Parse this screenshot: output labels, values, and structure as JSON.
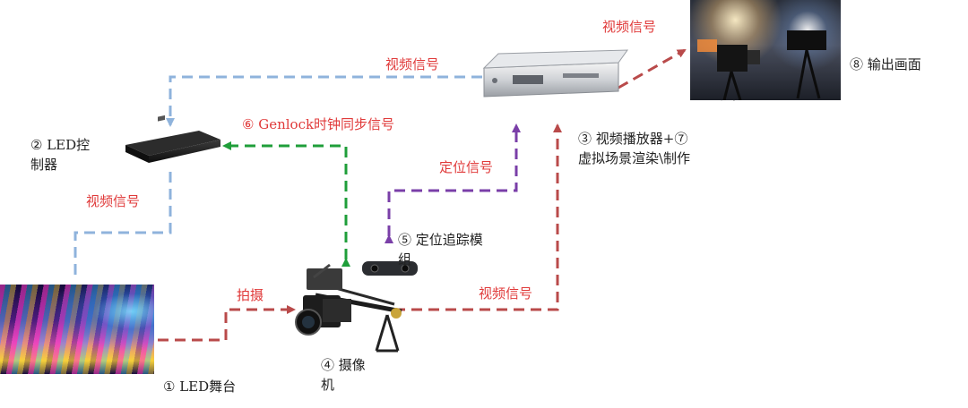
{
  "nodes": {
    "led_stage": "① LED舞台",
    "led_controller_line1": "② LED控",
    "led_controller_line2": "制器",
    "video_player_line1": "③ 视频播放器+⑦",
    "video_player_line2": "虚拟场景渲染\\制作",
    "camera_line1": "④ 摄像",
    "camera_line2": "机",
    "tracking_line1": "⑤ 定位追踪模",
    "tracking_line2": "组",
    "output": "⑧ 输出画面"
  },
  "signals": {
    "video_to_output": "视频信号",
    "video_to_controller": "视频信号",
    "genlock": "⑥ Genlock时钟同步信号",
    "positioning": "定位信号",
    "controller_video": "视频信号",
    "shooting": "拍摄",
    "camera_video": "视频信号"
  },
  "colors": {
    "video_red": "#b94a4a",
    "video_blue": "#8fb3dc",
    "genlock_green": "#1f9e3a",
    "position_purple": "#7a3fa8",
    "label_red": "#e03a3a"
  }
}
